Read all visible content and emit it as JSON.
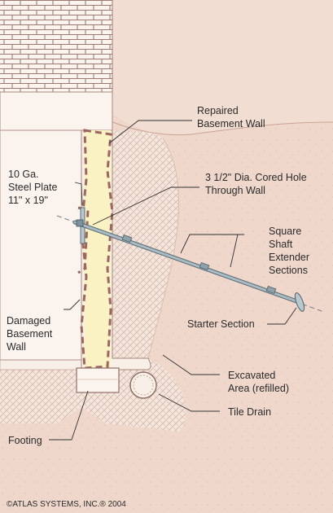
{
  "labels": {
    "repaired_wall": [
      "Repaired",
      "Basement Wall"
    ],
    "steel_plate": [
      "10 Ga.",
      "Steel Plate",
      "11\" x 19\""
    ],
    "cored_hole": [
      "3 1/2\" Dia. Cored Hole",
      "Through Wall"
    ],
    "square_shaft": [
      "Square",
      "Shaft",
      "Extender",
      "Sections"
    ],
    "starter_section": "Starter Section",
    "damaged_wall": [
      "Damaged",
      "Basement",
      "Wall"
    ],
    "excavated_area": [
      "Excavated",
      "Area (refilled)"
    ],
    "tile_drain": "Tile Drain",
    "footing": "Footing"
  },
  "copyright": "©ATLAS SYSTEMS, INC.® 2004",
  "colors": {
    "soil": "#efd7cb",
    "soil_light": "#f6ece6",
    "brick": "#fbf4ee",
    "mortar": "#9d7b72",
    "wall": "#fbf2c4",
    "dashed": "#9b6760",
    "shaft": "#9fb1bb",
    "leader": "#333333"
  }
}
